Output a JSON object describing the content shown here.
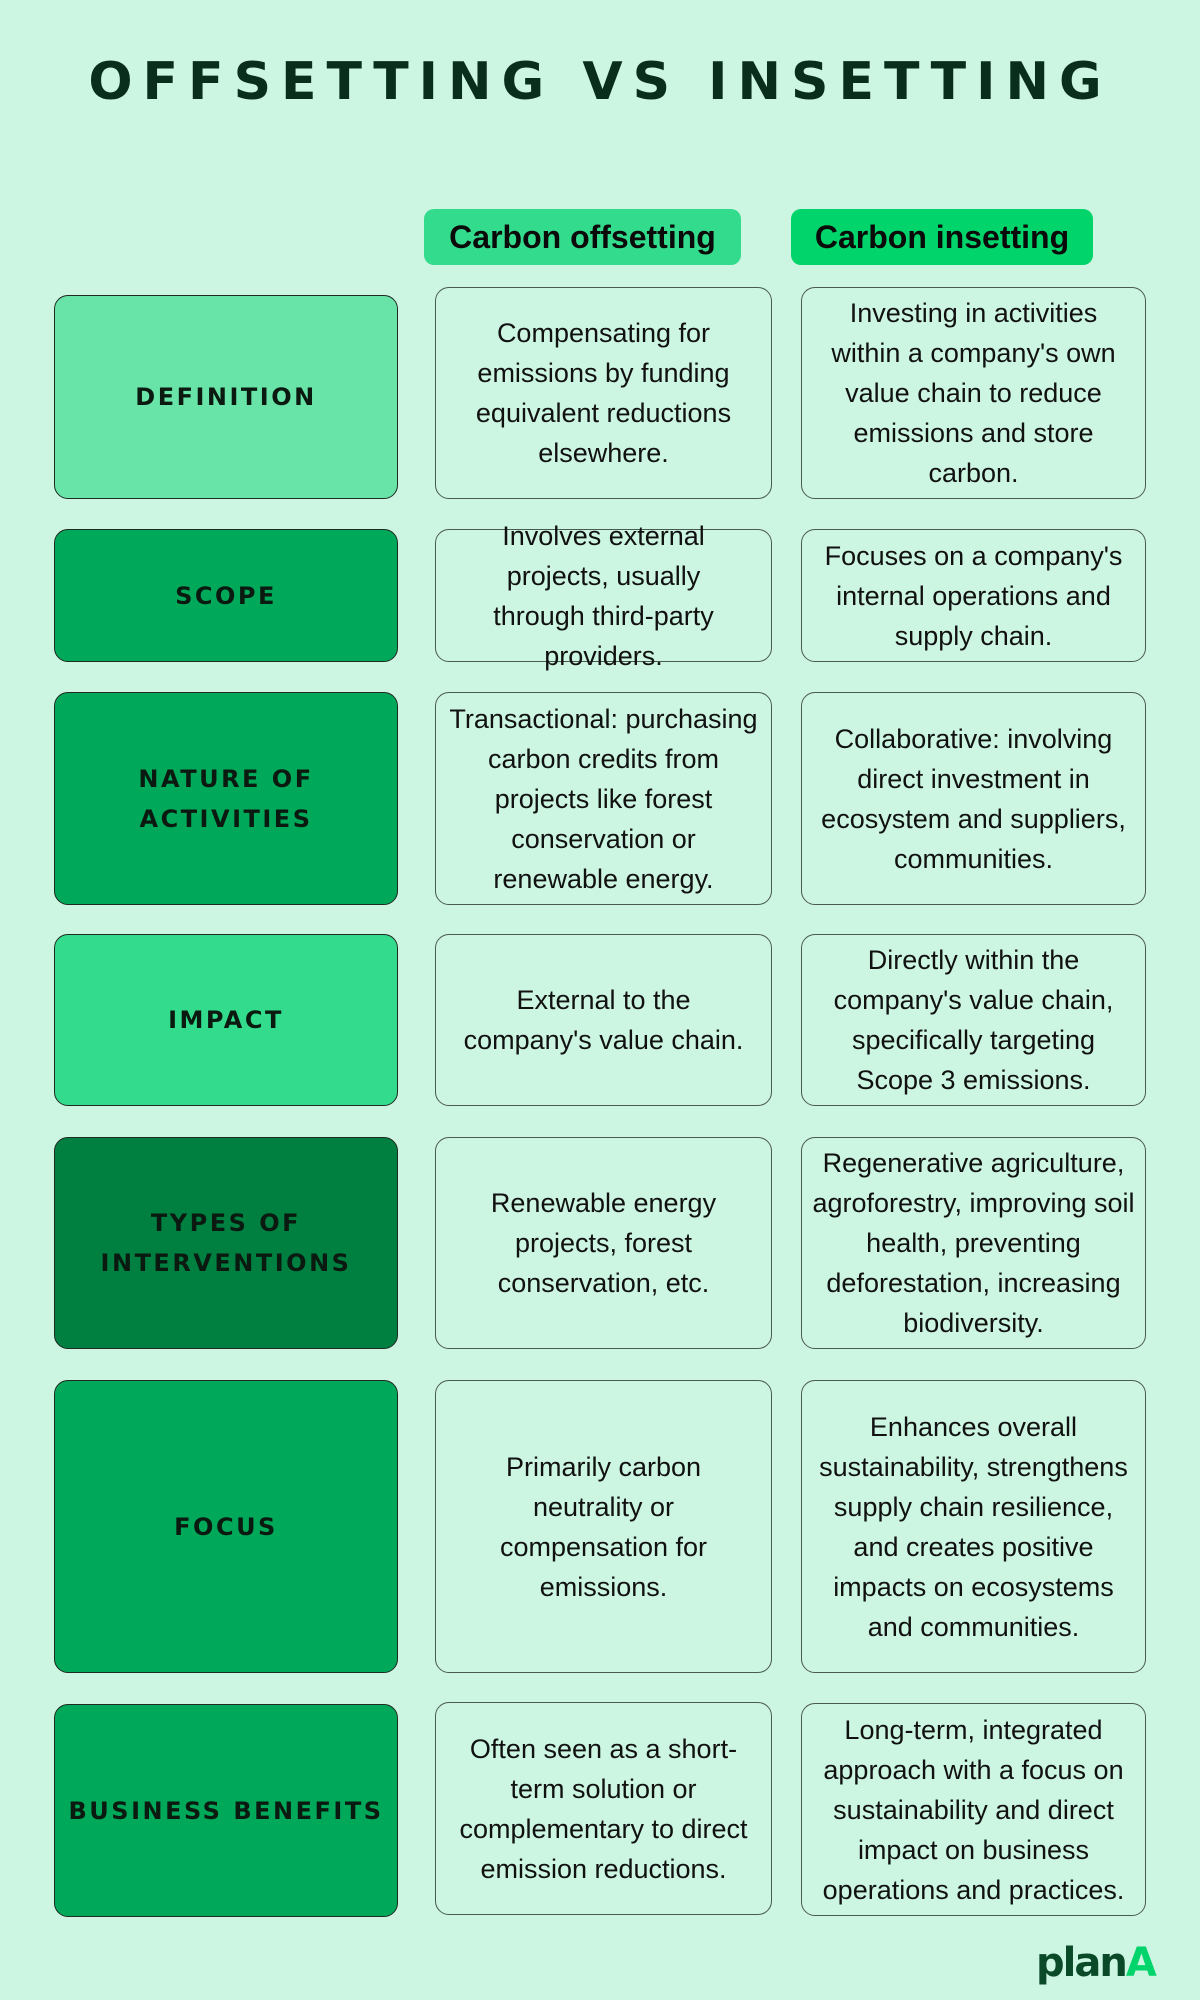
{
  "title": "OFFSETTING VS INSETTING",
  "columns": [
    {
      "label": "Carbon offsetting",
      "color": "#33dc8c"
    },
    {
      "label": "Carbon insetting",
      "color": "#00d46a"
    }
  ],
  "rows": [
    {
      "label": "DEFINITION",
      "color": "#68e4a8",
      "offsetting": "Compensating for emissions by funding equivalent reductions elsewhere.",
      "insetting": "Investing in activities within a company's own value chain to reduce emissions and store carbon."
    },
    {
      "label": "SCOPE",
      "color": "#00a859",
      "offsetting": "Involves external projects, usually through third-party providers.",
      "insetting": "Focuses on a company's internal operations and supply chain."
    },
    {
      "label": "NATURE OF ACTIVITIES",
      "color": "#00a859",
      "offsetting": "Transactional: purchasing carbon credits from projects like forest conservation or renewable energy.",
      "insetting": "Collaborative: involving direct investment in ecosystem and suppliers, communities."
    },
    {
      "label": "IMPACT",
      "color": "#33dc8c",
      "offsetting": "External to the company's value chain.",
      "insetting": "Directly within the company's value chain, specifically targeting Scope 3 emissions."
    },
    {
      "label": "TYPES OF INTERVENTIONS",
      "color": "#008040",
      "offsetting": "Renewable energy projects, forest conservation, etc.",
      "insetting": "Regenerative agriculture, agroforestry, improving soil health, preventing deforestation, increasing biodiversity."
    },
    {
      "label": "FOCUS",
      "color": "#00a859",
      "offsetting": "Primarily carbon neutrality or compensation for emissions.",
      "insetting": "Enhances overall sustainability, strengthens supply chain resilience, and creates positive impacts on ecosystems and communities."
    },
    {
      "label": "BUSINESS BENEFITS",
      "color": "#00a859",
      "offsetting": "Often seen as a short-term solution or complementary to direct emission reductions.",
      "insetting": "Long-term, integrated approach with a focus on sustainability and direct impact on business operations and practices."
    }
  ],
  "logo": {
    "part1": "plan",
    "part2": "A",
    "color1": "#0a4a28",
    "color2": "#00d46a"
  },
  "colors": {
    "background": "#ccf5e2",
    "title": "#0a2e1c"
  }
}
